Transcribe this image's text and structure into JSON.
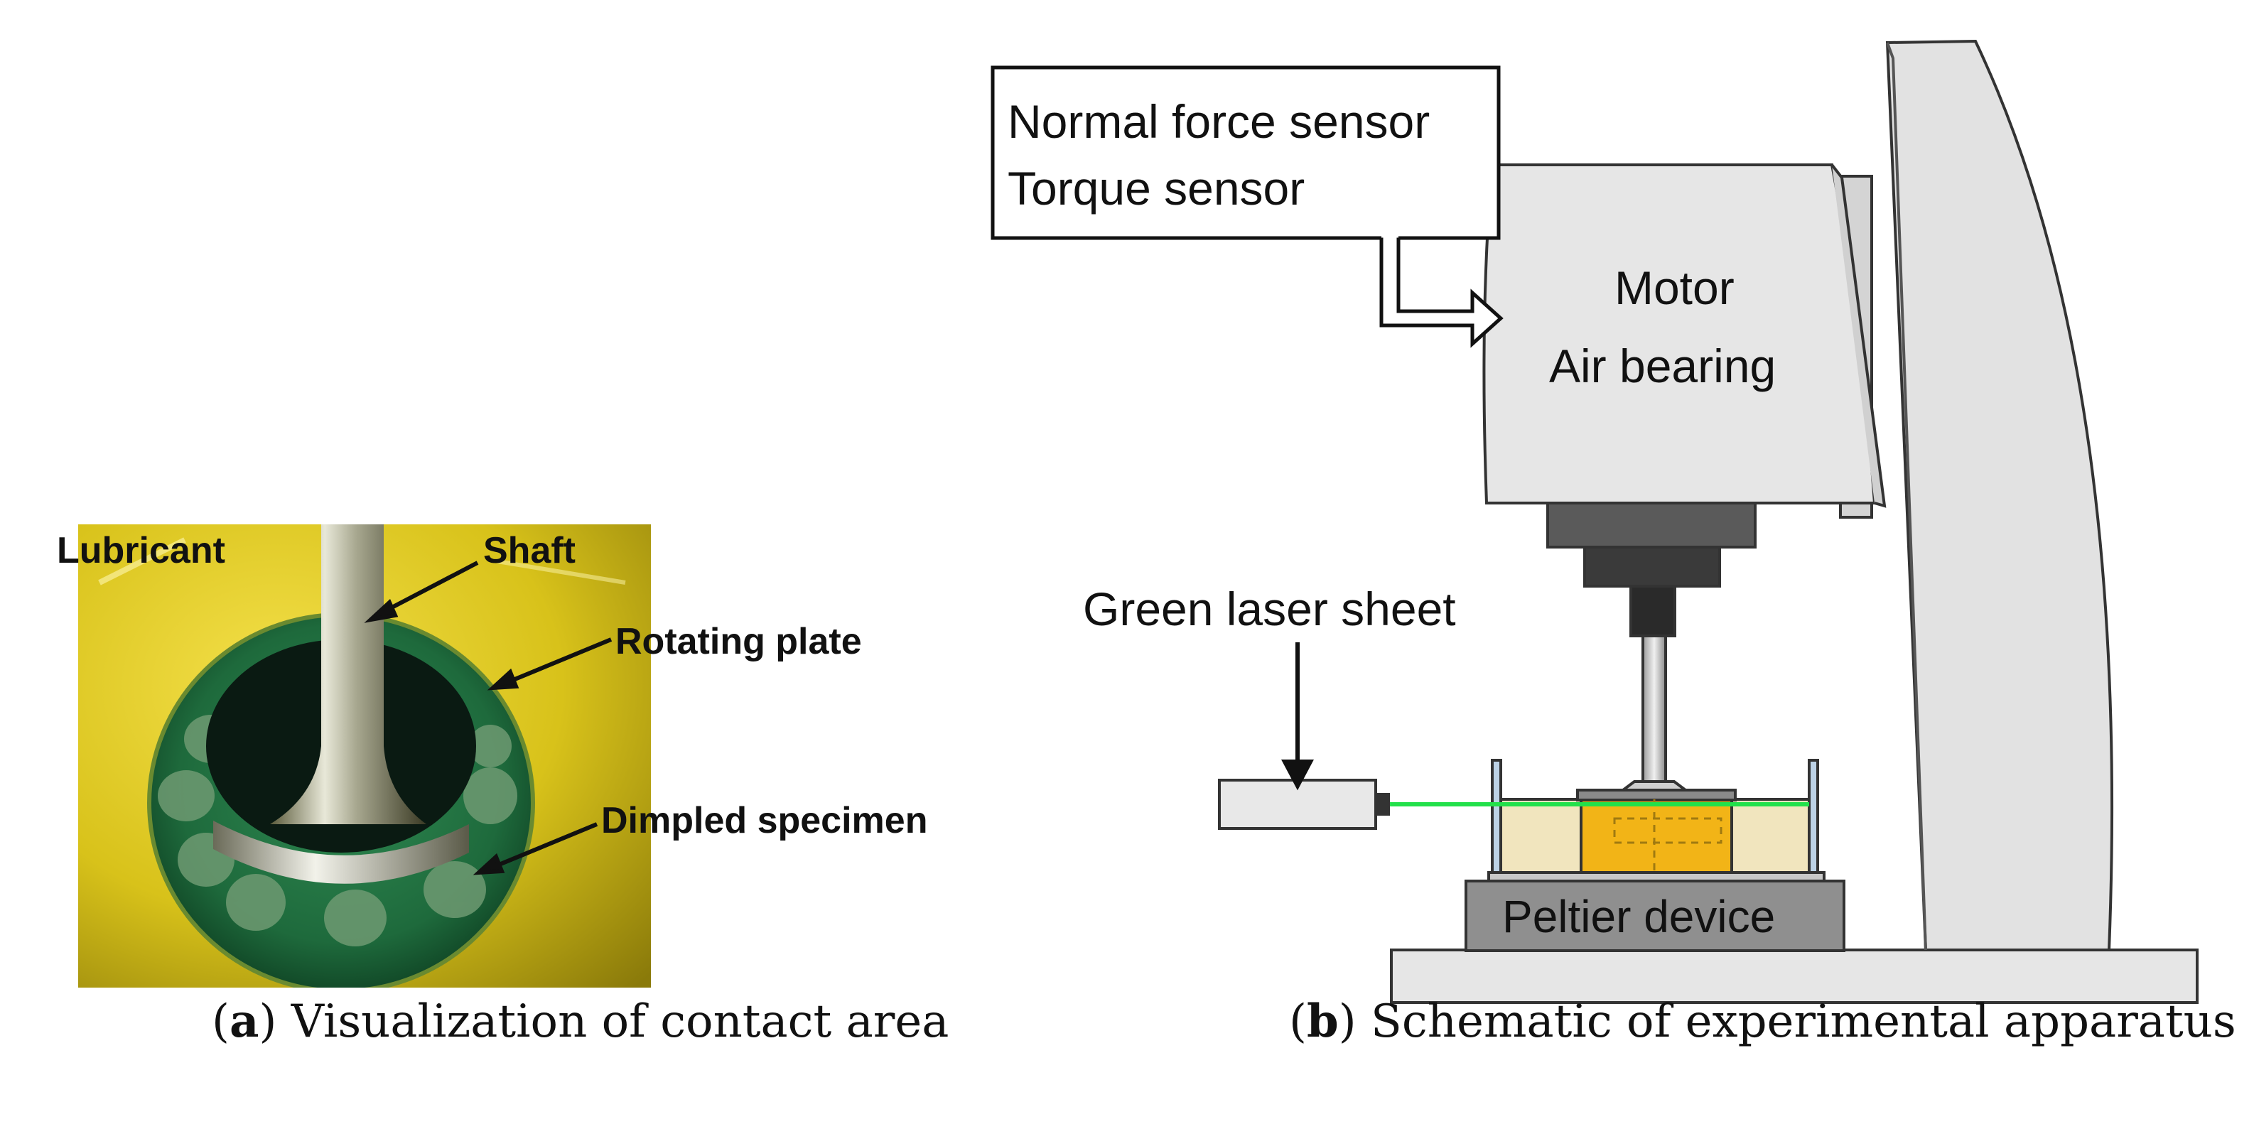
{
  "panel_a": {
    "labels": {
      "lubricant": "Lubricant",
      "shaft": "Shaft",
      "rotating_plate": "Rotating plate",
      "dimpled_specimen": "Dimpled specimen"
    },
    "caption_letter": "a",
    "caption_text": "Visualization of contact area"
  },
  "panel_b": {
    "labels": {
      "sensor_line1": "Normal force sensor",
      "sensor_line2": "Torque sensor",
      "motor": "Motor",
      "air_bearing": "Air bearing",
      "laser": "Green laser sheet",
      "peltier": "Peltier device"
    },
    "caption_letter": "b",
    "caption_text": "Schematic of experimental apparatus"
  },
  "colors": {
    "photo_yellow": "#d8c21a",
    "photo_green": "#1e6a3c",
    "laser_green": "#22e04a",
    "specimen_orange": "#f2b417",
    "housing_gray": "#e6e6e6",
    "peltier_gray": "#8f8f8f",
    "beige": "#f1e5be"
  }
}
